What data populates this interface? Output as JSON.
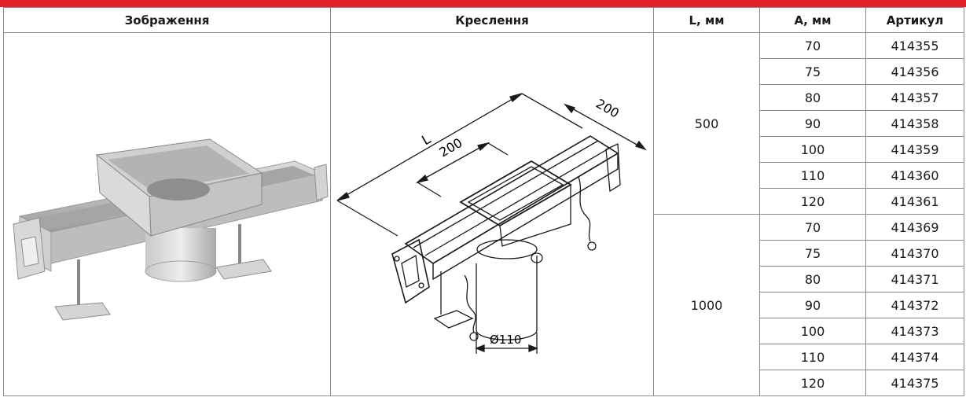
{
  "top_bar": {
    "text": ""
  },
  "table": {
    "headers": {
      "image": "Зображення",
      "drawing": "Креслення",
      "length": "L, мм",
      "a": "А, мм",
      "article": "Артикул"
    },
    "groups": [
      {
        "length": "500",
        "rows": [
          {
            "a": "70",
            "article": "414355"
          },
          {
            "a": "75",
            "article": "414356"
          },
          {
            "a": "80",
            "article": "414357"
          },
          {
            "a": "90",
            "article": "414358"
          },
          {
            "a": "100",
            "article": "414359"
          },
          {
            "a": "110",
            "article": "414360"
          },
          {
            "a": "120",
            "article": "414361"
          }
        ]
      },
      {
        "length": "1000",
        "rows": [
          {
            "a": "70",
            "article": "414369"
          },
          {
            "a": "75",
            "article": "414370"
          },
          {
            "a": "80",
            "article": "414371"
          },
          {
            "a": "90",
            "article": "414372"
          },
          {
            "a": "100",
            "article": "414373"
          },
          {
            "a": "110",
            "article": "414374"
          },
          {
            "a": "120",
            "article": "414375"
          }
        ]
      }
    ]
  },
  "drawing": {
    "label_l": "L",
    "label_200_a": "200",
    "label_200_b": "200",
    "label_diameter": "Ø110"
  }
}
